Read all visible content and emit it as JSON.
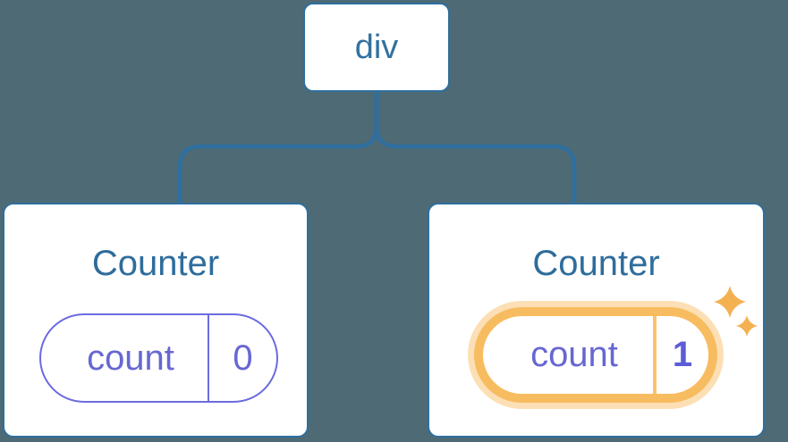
{
  "colors": {
    "background": "#4d6a75",
    "connector": "#2e6f9f",
    "node_border": "#2e6f9f",
    "node_text": "#33719f",
    "title_text": "#2e6d9c",
    "state_border": "#6b6be0",
    "state_text": "#6767d2",
    "state_value_highlight_text": "#5c5cd8",
    "highlight_border": "#f8bc60",
    "highlight_glow": "#fcdfb4",
    "sparkle": "#f4b152"
  },
  "tree": {
    "root": {
      "label": "div"
    },
    "children": [
      {
        "title": "Counter",
        "state": {
          "key": "count",
          "value": "0"
        },
        "highlighted": false
      },
      {
        "title": "Counter",
        "state": {
          "key": "count",
          "value": "1"
        },
        "highlighted": true
      }
    ]
  }
}
